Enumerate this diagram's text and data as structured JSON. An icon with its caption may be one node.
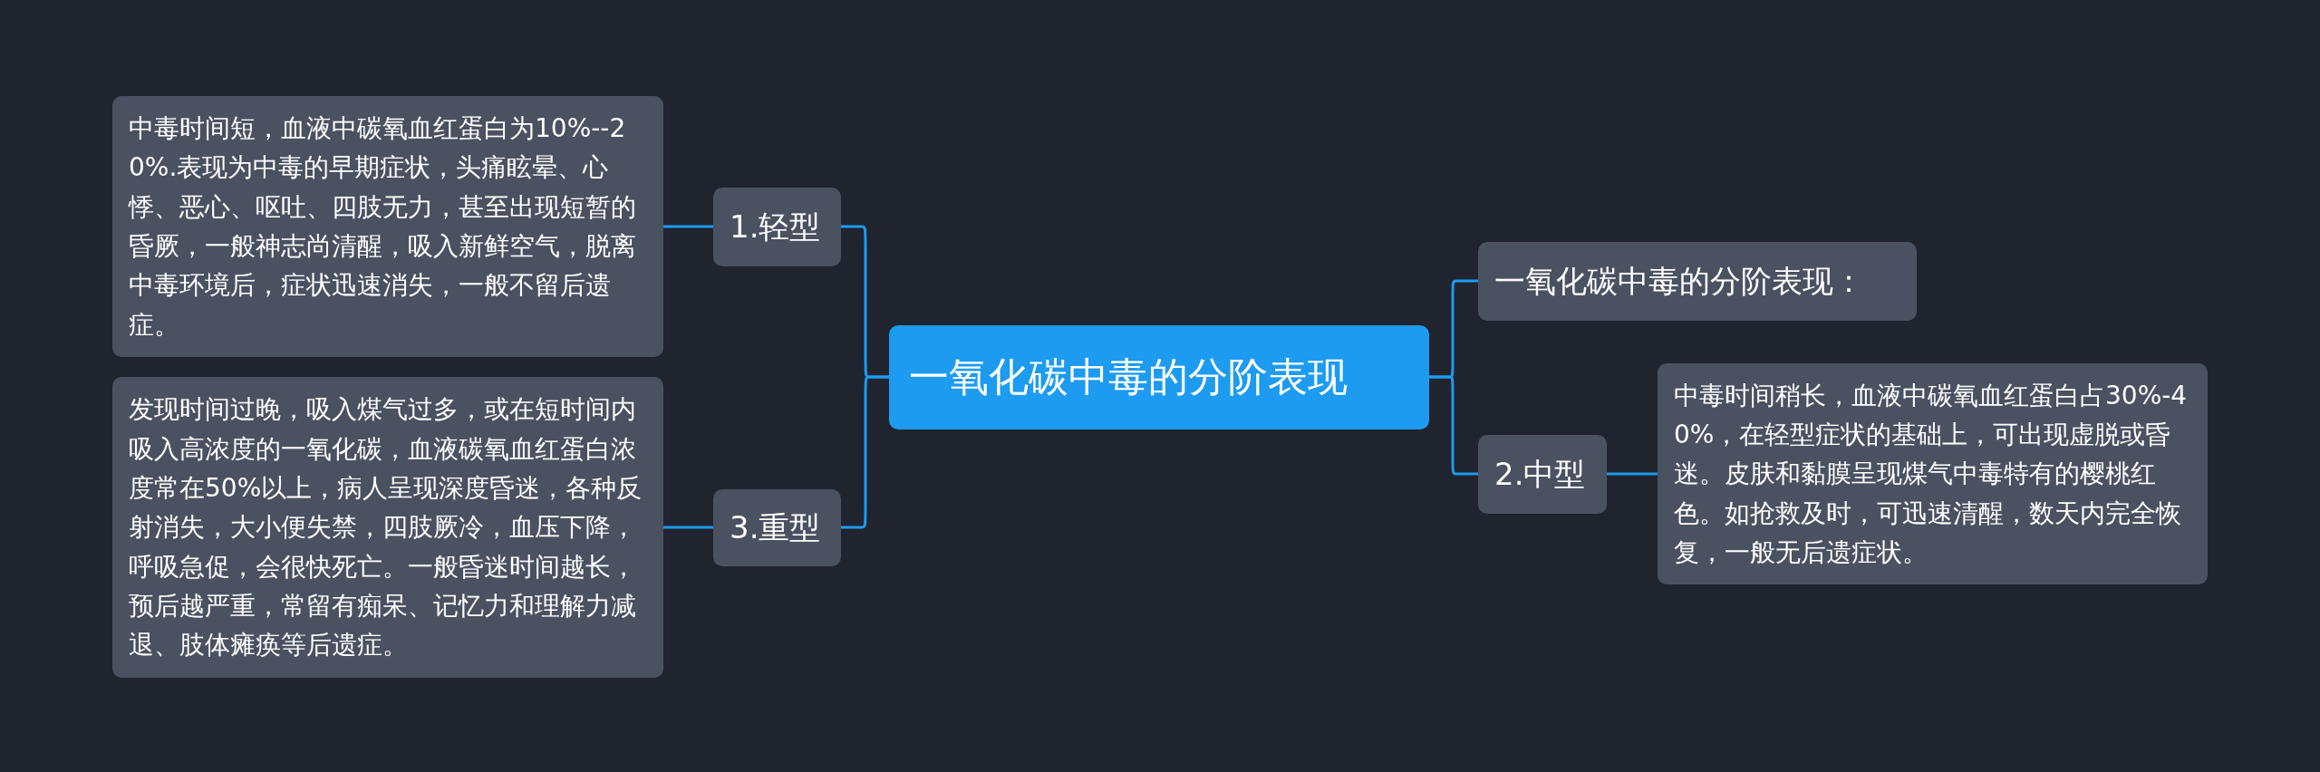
{
  "diagram": {
    "nodes": [
      {
        "text": [
          "一氧化碳中毒的分阶表现"
        ]
      },
      {
        "text": [
          "1.轻型"
        ]
      },
      {
        "text": [
          "中毒时间短，血液中碳氧血红蛋白为10%--20%.表现为中毒的早期症状，头痛眩晕、心悸、恶心、呕吐、四肢无力，甚至出现短暂的昏厥，一般神志尚清醒，吸入新鲜空气，脱离中毒环境后，症状迅速消失，一般不留后遗症。"
        ]
      },
      {
        "text": [
          "3.重型"
        ]
      },
      {
        "text": [
          "发现时间过晚，吸入煤气过多，或在短时间内吸入高浓度的一氧化碳，血液碳氧血红蛋白浓度常在50%以上，病人呈现深度昏迷，各种反射消失，大小便失禁，四肢厥冷，血压下降，呼吸急促，会很快死亡。一般昏迷时间越长，预后越严重，常留有痴呆、记忆力和理解力减退、肢体瘫痪等后遗症。"
        ]
      },
      {
        "text": [
          "一氧化碳中毒的分阶表现："
        ]
      },
      {
        "text": [
          "2.中型"
        ]
      },
      {
        "text": [
          "中毒时间稍长，血液中碳氧血红蛋白占30%-40%，在轻型症状的基础上，可出现虚脱或昏迷。皮肤和黏膜呈现煤气中毒特有的樱桃红色。如抢救及时，可迅速清醒，数天内完全恢复，一般无后遗症状。"
        ]
      }
    ],
    "edges": [
      {
        "from": 0,
        "to": 1,
        "arrow": "none"
      },
      {
        "from": 1,
        "to": 2,
        "arrow": "none"
      },
      {
        "from": 0,
        "to": 3,
        "arrow": "none"
      },
      {
        "from": 3,
        "to": 4,
        "arrow": "none"
      },
      {
        "from": 0,
        "to": 5,
        "arrow": "none"
      },
      {
        "from": 0,
        "to": 6,
        "arrow": "none"
      },
      {
        "from": 6,
        "to": 7,
        "arrow": "none"
      }
    ]
  }
}
